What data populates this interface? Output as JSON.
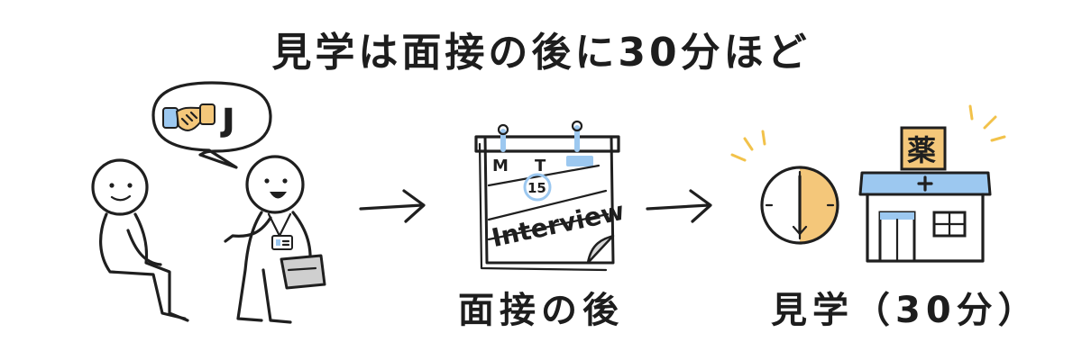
{
  "title": "見学は面接の後に30分ほど",
  "bubble": {
    "icons": [
      "handshake-icon"
    ],
    "logo_letter": "J"
  },
  "calendar": {
    "day_letters": [
      "M",
      "T"
    ],
    "date_number": "15",
    "event_label": "Interview"
  },
  "pharmacy": {
    "sign_text": "薬",
    "cross_icon": "plus-icon"
  },
  "captions": {
    "after_interview": "面接の後",
    "tour_30min": "見学（30分）"
  },
  "colors": {
    "ink": "#1f1f1f",
    "accent_blue": "#9cc8f0",
    "accent_orange": "#f4c77a",
    "sparkle": "#f2c24a"
  }
}
